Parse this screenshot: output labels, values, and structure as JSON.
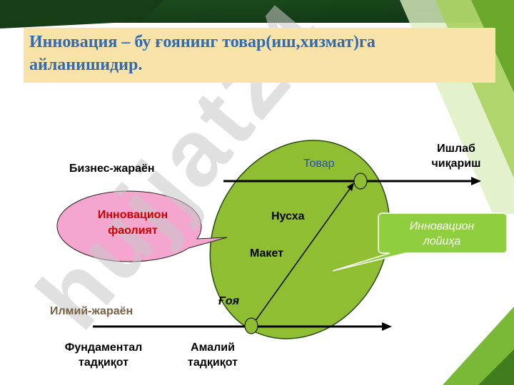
{
  "slide": {
    "title": "Инновация – бу ғоянинг товар(иш,хизмат)га айланишидир.",
    "watermark": "hujjat24",
    "colors": {
      "title_bg": "#f9e3a9",
      "title_text": "#2f6bb3",
      "ellipse_fill": "#8fbe33",
      "bubble_fill": "#f4a6cf",
      "bubble_text": "#cc0000",
      "box_fill": "#8fce3f",
      "tovar_text": "#2c49c7",
      "ilmiy_text": "#7a5f44",
      "watermark": "#cfcfcf"
    }
  },
  "diagram": {
    "business_env": "Бизнес-жараён",
    "scientific_env": "Илмий-жараён",
    "production": "Ишлаб чиқариш",
    "goods": "Товар",
    "copy": "Нусха",
    "mockup": "Макет",
    "idea": "Ғоя",
    "innovation_activity": "Инновацион фаолият",
    "innovation_project": "Инновацион лойиҳа",
    "fundamental_research": "Фундаментал тадқиқот",
    "applied_research": "Амалий тадқиқот"
  }
}
